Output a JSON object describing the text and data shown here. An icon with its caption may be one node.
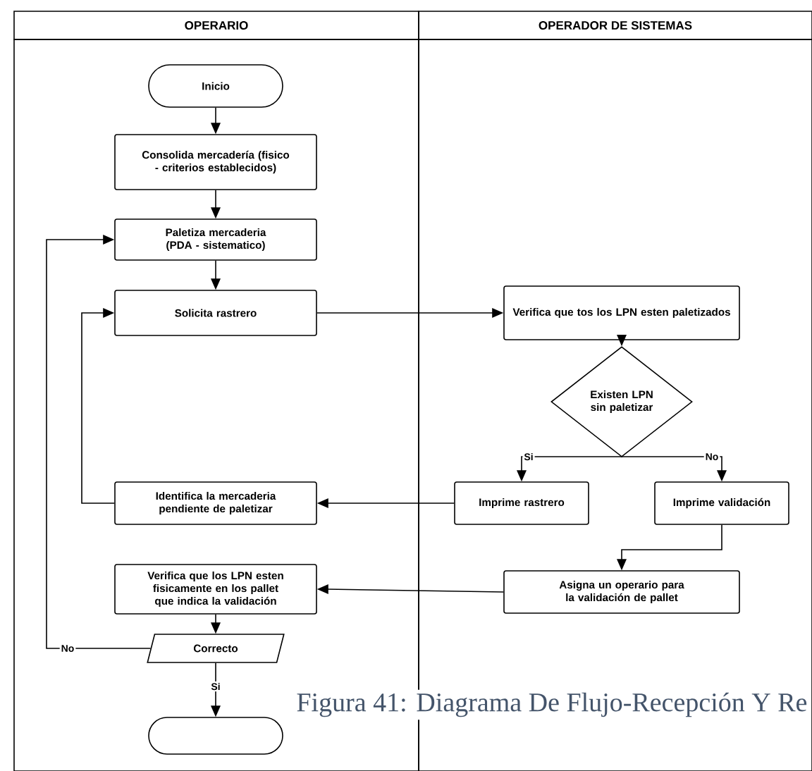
{
  "diagram": {
    "caption": "Figura 41: Diagrama De Flujo-Recepción Y Re",
    "nodes": [
      {
        "text": [
          "OPERARIO"
        ]
      },
      {
        "text": [
          "OPERADOR DE SISTEMAS"
        ]
      },
      {
        "text": [
          "Inicio"
        ],
        "in": 0
      },
      {
        "text": [
          "Consolida mercadería (fisico - criterios establecidos)"
        ],
        "in": 0
      },
      {
        "text": [
          "Paletiza mercaderia (PDA - sistematico)"
        ],
        "in": 0
      },
      {
        "text": [
          "Solicita rastrero"
        ],
        "in": 0
      },
      {
        "text": [
          "Identifica la mercaderia pendiente de paletizar"
        ],
        "in": 0
      },
      {
        "text": [
          "Verifica que los LPN esten fisicamente en los pallet que indica la validación"
        ],
        "in": 0
      },
      {
        "text": [
          "Correcto"
        ],
        "in": 0
      },
      {
        "text": [],
        "shape": "oval",
        "in": 0
      },
      {
        "text": [
          "Verifica que tos los LPN esten paletizados"
        ],
        "in": 1
      },
      {
        "text": [
          "Existen LPN sin paletizar"
        ],
        "in": 1
      },
      {
        "text": [
          "Imprime rastrero"
        ],
        "in": 1
      },
      {
        "text": [
          "Imprime validación"
        ],
        "in": 1
      },
      {
        "text": [
          "Asigna un operario para la validación de pallet"
        ],
        "in": 1
      }
    ],
    "edges": [
      {
        "from": 2,
        "to": 3,
        "arrow": "to"
      },
      {
        "from": 3,
        "to": 4,
        "arrow": "to"
      },
      {
        "from": 4,
        "to": 5,
        "arrow": "to"
      },
      {
        "from": 5,
        "to": 10,
        "arrow": "to"
      },
      {
        "from": 10,
        "to": 11,
        "arrow": "to"
      },
      {
        "from": 11,
        "to": 12,
        "label": "Si",
        "arrow": "to"
      },
      {
        "from": 11,
        "to": 13,
        "label": "No",
        "arrow": "to"
      },
      {
        "from": 12,
        "to": 6,
        "arrow": "to"
      },
      {
        "from": 13,
        "to": 14,
        "arrow": "to"
      },
      {
        "from": 14,
        "to": 7,
        "arrow": "to"
      },
      {
        "from": 7,
        "to": 8,
        "arrow": "to"
      },
      {
        "from": 8,
        "to": 4,
        "label": "No",
        "arrow": "to"
      },
      {
        "from": 6,
        "to": 5,
        "arrow": "to"
      },
      {
        "from": 8,
        "to": 9,
        "label": "Si",
        "arrow": "to"
      }
    ]
  }
}
